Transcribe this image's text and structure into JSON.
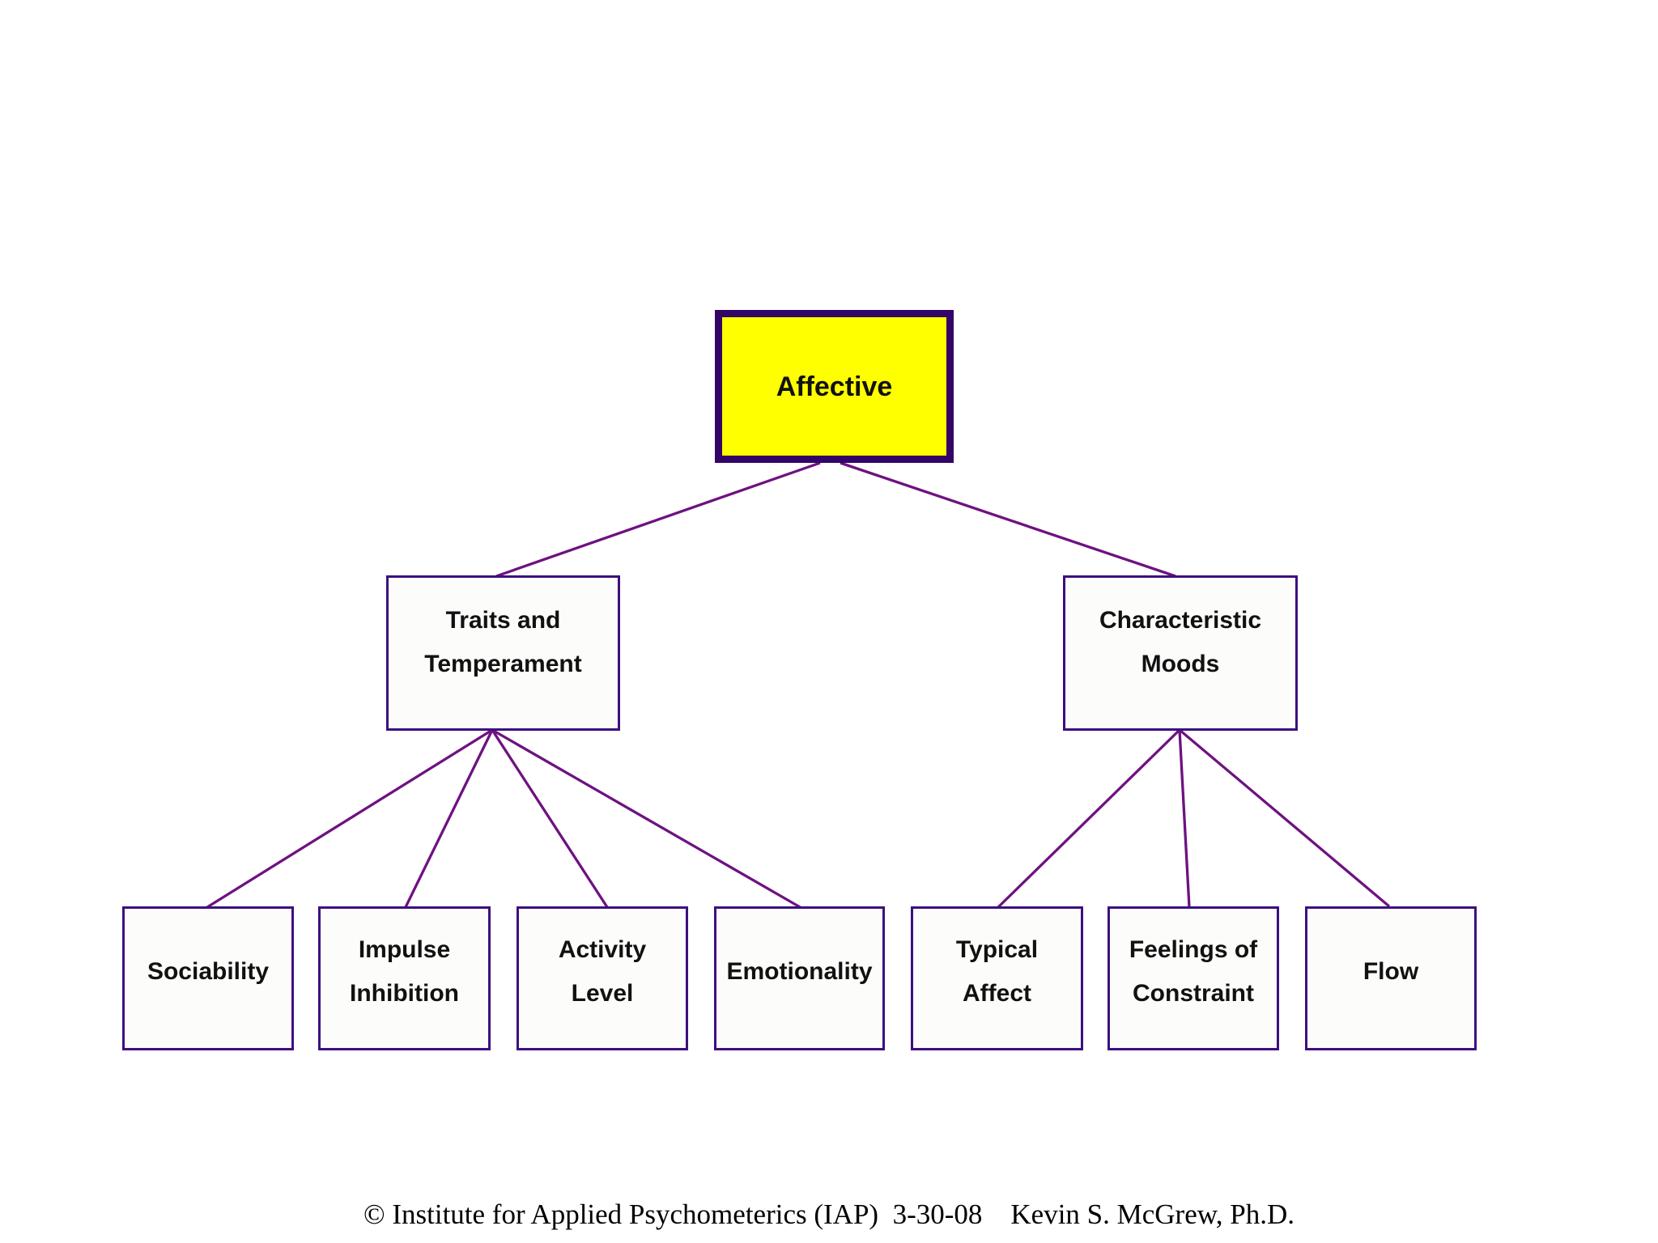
{
  "title": "Affective domain hierarchy diagram",
  "colors": {
    "background": "#ffffff",
    "root_fill": "#ffff00",
    "root_border": "#330566",
    "box_fill": "#fcfcfa",
    "box_border": "#3c1080",
    "line": "#6e1280",
    "text": "#111111"
  },
  "nodes": {
    "root": {
      "label": "Affective"
    },
    "traits": {
      "lines": [
        "Traits and",
        "Temperament"
      ]
    },
    "moods": {
      "lines": [
        "Characteristic",
        "Moods"
      ]
    },
    "sociability": {
      "label": "Sociability"
    },
    "impulse": {
      "lines": [
        "Impulse",
        "Inhibition"
      ]
    },
    "activity": {
      "lines": [
        "Activity",
        "Level"
      ]
    },
    "emotionality": {
      "label": "Emotionality"
    },
    "typical": {
      "lines": [
        "Typical",
        "Affect"
      ]
    },
    "feelings": {
      "lines": [
        "Feelings of",
        "Constraint"
      ]
    },
    "flow": {
      "label": "Flow"
    }
  },
  "footer": {
    "text": "© Institute for Applied Psychometerics (IAP)  3-30-08    Kevin S. McGrew, Ph.D."
  }
}
